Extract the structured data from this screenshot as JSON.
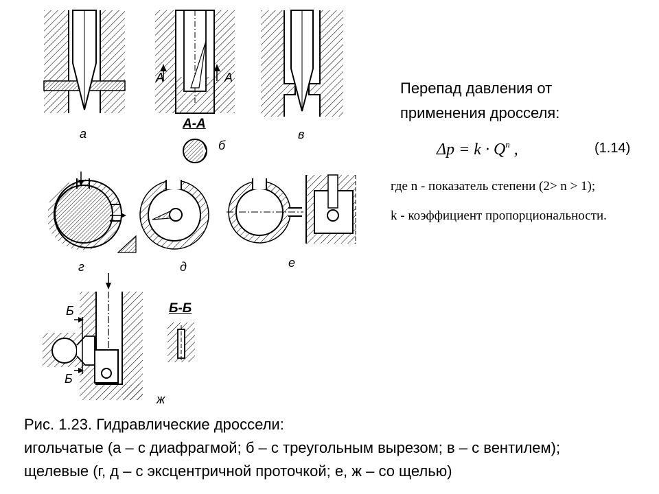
{
  "heading": {
    "line1": "Перепад давления от",
    "line2": "применения дросселя:"
  },
  "formula": {
    "lhs": "Δp",
    "eq": " = k · Q",
    "exp": "n",
    "tail": " ,",
    "number": "(1.14)"
  },
  "legend": {
    "n_line": "где  n - показатель степени (2> n > 1);",
    "k_line": "k - коэффициент пропорциональности."
  },
  "labels": {
    "a": "а",
    "b": "б",
    "v": "в",
    "g": "г",
    "d": "д",
    "e": "е",
    "zh": "ж",
    "section_aa": "А-А",
    "section_bb": "Б-Б",
    "mark_a_left": "А",
    "mark_a_right": "А",
    "mark_b_top": "Б",
    "mark_b_bottom": "Б"
  },
  "caption": {
    "line1": "Рис. 1.23. Гидравлические дроссели:",
    "line2": "игольчатые (а – с диафрагмой; б – с треугольным вырезом; в – с вентилем);",
    "line3": "щелевые (г, д – с эксцентричной проточкой; е, ж – со щелью)"
  },
  "colors": {
    "ink": "#000000",
    "background": "#ffffff"
  }
}
